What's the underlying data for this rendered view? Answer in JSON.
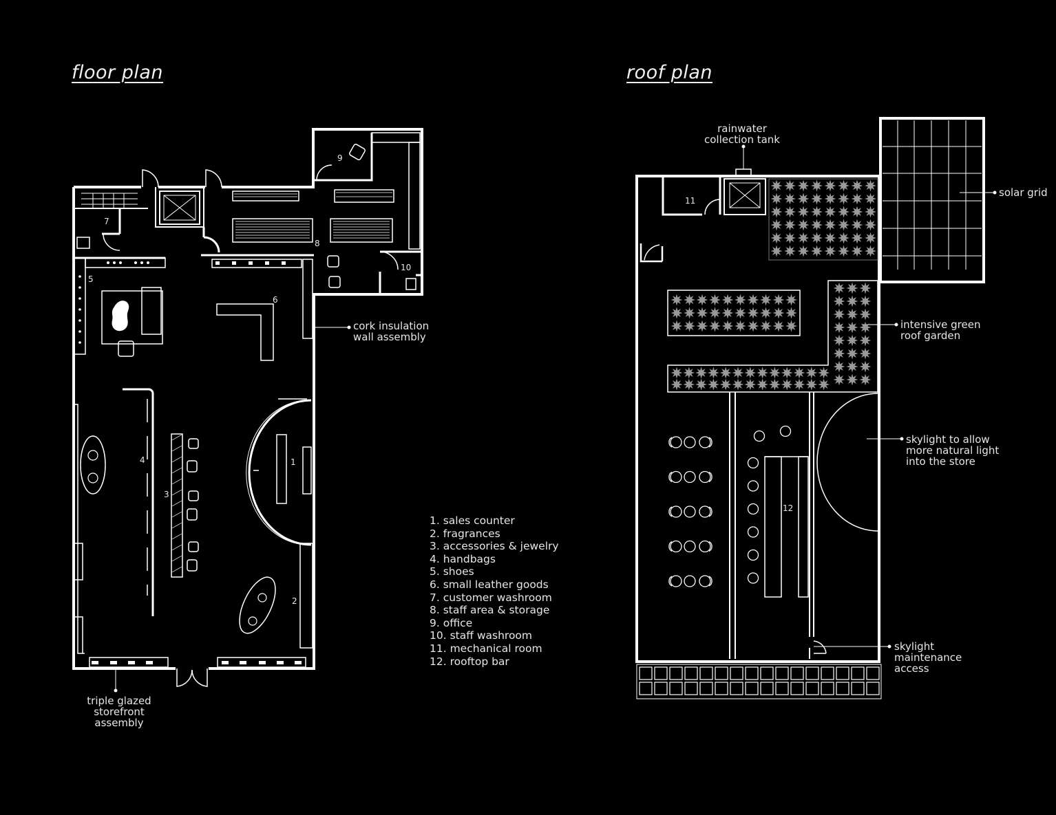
{
  "titles": {
    "floor": "floor plan",
    "roof": "roof plan"
  },
  "floor_plan": {
    "room_numbers": [
      "1",
      "2",
      "3",
      "4",
      "5",
      "6",
      "7",
      "8",
      "9",
      "10"
    ],
    "callouts": {
      "cork": "cork insulation\nwall assembly",
      "storefront": "triple glazed\nstorefront\nassembly"
    }
  },
  "roof_plan": {
    "room_numbers": [
      "11",
      "12"
    ],
    "callouts": {
      "rainwater": "rainwater\ncollection tank",
      "solar": "solar grid",
      "green_roof": "intensive green\nroof garden",
      "skylight": "skylight to allow\nmore natural light\ninto the store",
      "maintenance": "skylight\nmaintenance\naccess"
    }
  },
  "legend": [
    "1. sales counter",
    "2. fragrances",
    "3. accessories & jewelry",
    "4. handbags",
    "5. shoes",
    "6. small leather goods",
    "7. customer washroom",
    "8. staff area & storage",
    "9. office",
    "10. staff washroom",
    "11. mechanical room",
    "12. rooftop bar"
  ],
  "colors": {
    "background": "#000000",
    "line": "#ffffff",
    "text": "#e6e6e6",
    "planting": "#9a9a9a"
  }
}
